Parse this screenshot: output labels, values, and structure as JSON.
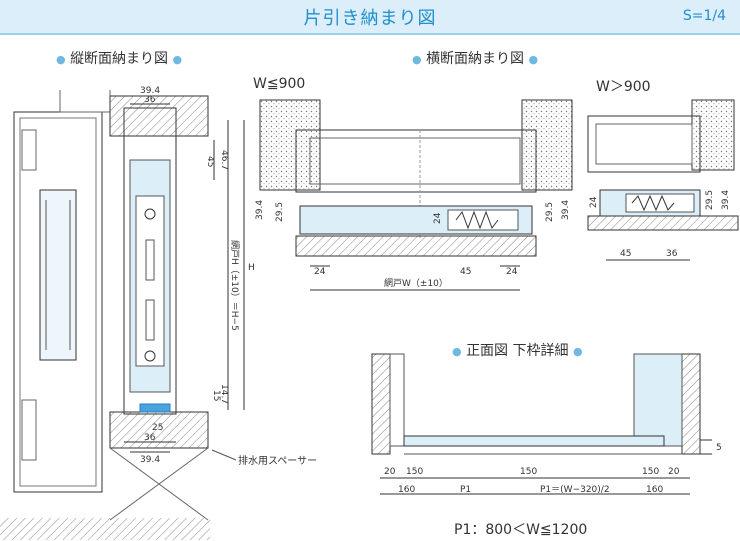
{
  "title": "片引き納まり図",
  "scale": "S=1/4",
  "sections": {
    "vertical": "縦断面納まり図",
    "horizontal": "横断面納まり図",
    "front": "正面図 下枠詳細"
  },
  "labels": {
    "w_le_900": "W≦900",
    "w_gt_900": "W＞900",
    "drain_spacer": "排水用スペーサー",
    "screen_h": "網戸H（±10）＝H−5",
    "screen_w": "網戸W（±10）",
    "h_mark": "H",
    "p1_range": "P1：800＜W≦1200",
    "p1": "P1",
    "p1_formula": "P1＝(W−320)/2"
  },
  "dims": {
    "v_39_4_top": "39.4",
    "v_36_top": "36",
    "v_46_7": "46.7",
    "v_45": "45",
    "v_14_7": "14.7",
    "v_15": "15",
    "v_25": "25",
    "v_36_bot": "36",
    "v_39_4_bot": "39.4",
    "h_39_4_l": "39.4",
    "h_29_5_l": "29.5",
    "h_24_mid": "24",
    "h_29_5_r": "29.5",
    "h_39_4_r": "39.4",
    "h_24_l": "24",
    "h_45": "45",
    "h_24_r": "24",
    "r_24": "24",
    "r_29_5": "29.5",
    "r_39_4": "39.4",
    "r_45": "45",
    "r_36": "36",
    "f_20_l": "20",
    "f_150_l": "150",
    "f_150_m": "150",
    "f_150_r": "150",
    "f_20_r": "20",
    "f_160_l": "160",
    "f_160_r": "160",
    "f_5": "5"
  },
  "colors": {
    "accent": "#1f8fd0",
    "title_bg": "#dbeef9",
    "glass": "#dceef8",
    "spacer": "#4aa3df"
  }
}
